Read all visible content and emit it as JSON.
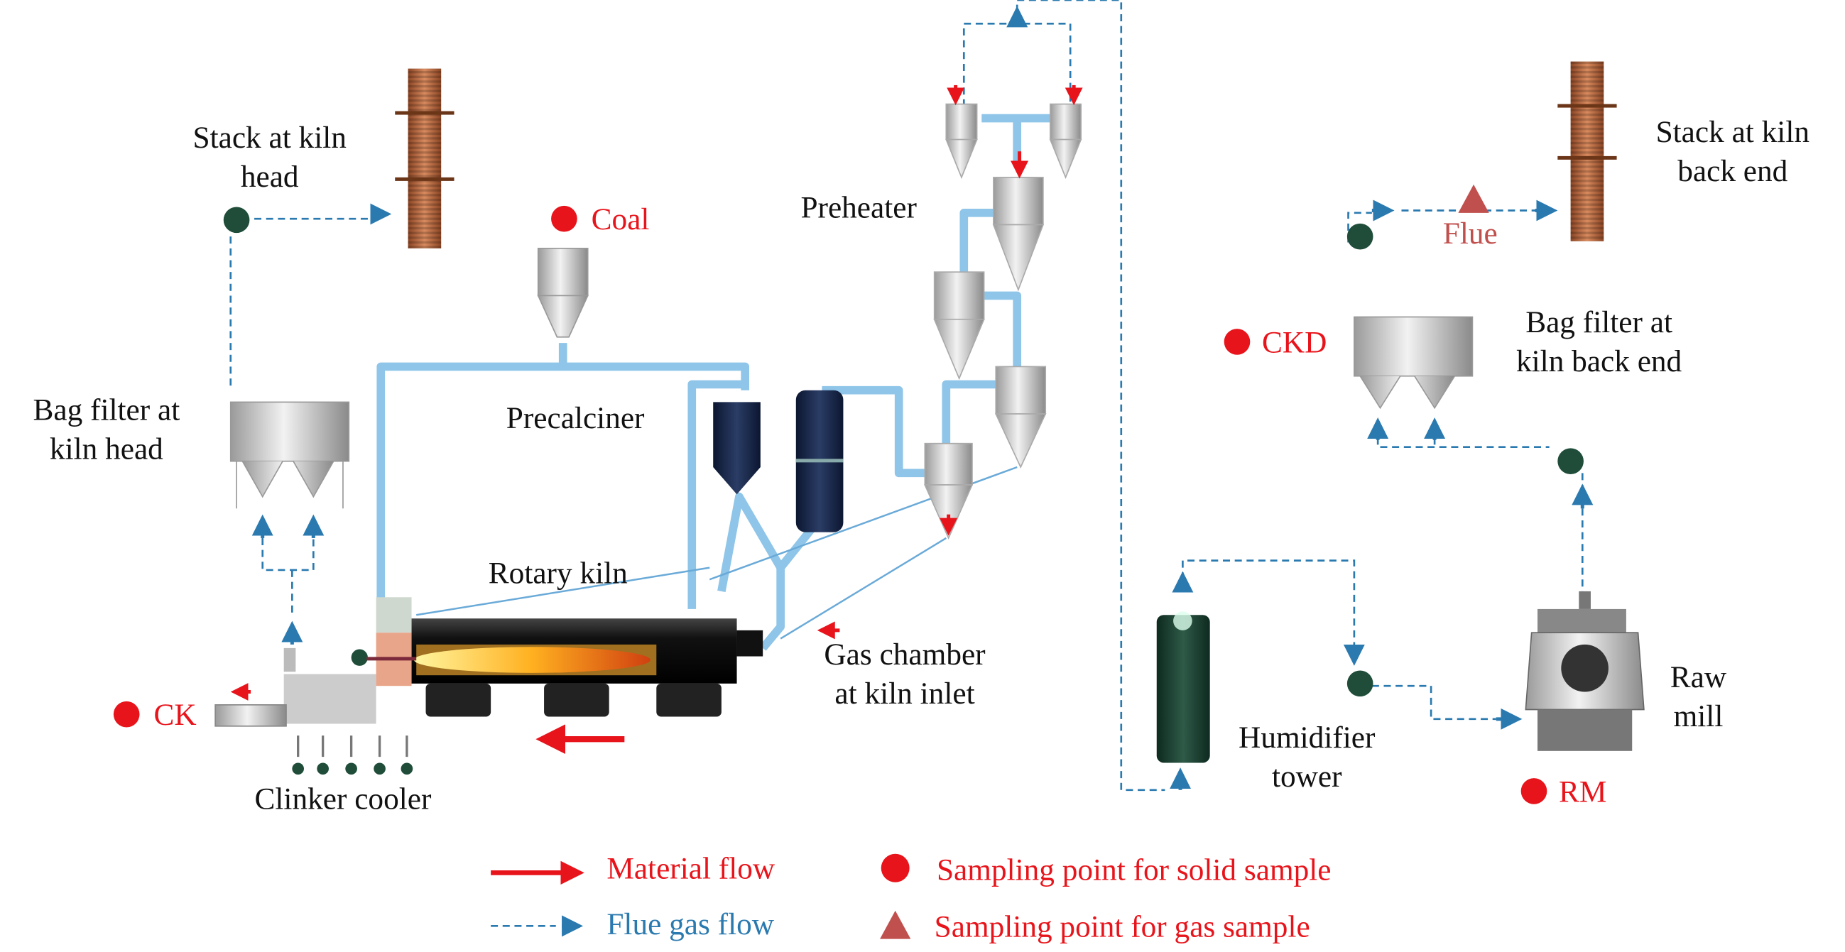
{
  "labels": {
    "stack_kiln_head": [
      "Stack at kiln",
      "head"
    ],
    "coal": "Coal",
    "preheater": "Preheater",
    "stack_back_end": [
      "Stack at kiln",
      "back end"
    ],
    "flue": "Flue",
    "ckd": "CKD",
    "bag_filter_back_end": [
      "Bag filter at",
      "kiln back end"
    ],
    "bag_filter_kiln_head": [
      "Bag filter at",
      "kiln head"
    ],
    "precalciner": "Precalciner",
    "rotary_kiln": "Rotary kiln",
    "gas_chamber": [
      "Gas chamber",
      "at kiln inlet"
    ],
    "ck": "CK",
    "clinker_cooler": "Clinker cooler",
    "humidifier_tower": [
      "Humidifier",
      "tower"
    ],
    "raw_mill": [
      "Raw",
      "mill"
    ],
    "rm": "RM"
  },
  "legend": {
    "material_flow": "Material flow",
    "flue_gas_flow": "Flue gas flow",
    "solid_sample": "Sampling point for solid sample",
    "gas_sample": "Sampling point for gas sample"
  },
  "colors": {
    "material_flow": "#e8141b",
    "flue_gas_flow": "#2a7ab0",
    "solid_sample": "#e8141b",
    "gas_sample": "#c0504d",
    "pipe": "#8ec5e8",
    "stack": "#b5683f"
  }
}
